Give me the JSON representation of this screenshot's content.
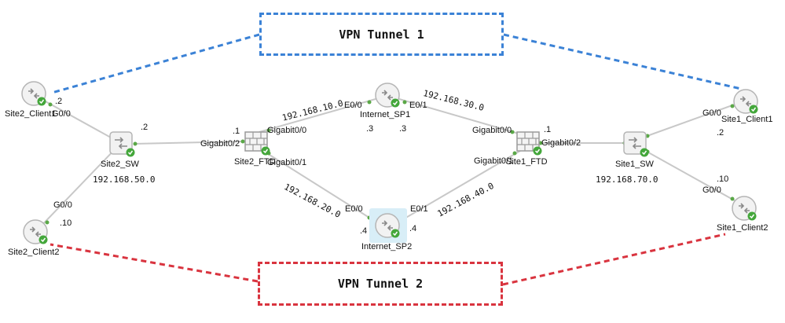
{
  "tunnels": {
    "tunnel1": {
      "label": "VPN Tunnel 1",
      "color": "#3b82d6"
    },
    "tunnel2": {
      "label": "VPN Tunnel 2",
      "color": "#d9343f"
    }
  },
  "nodes": {
    "site2_client1": {
      "name": "Site2_Client1",
      "type": "router"
    },
    "site2_sw": {
      "name": "Site2_SW",
      "type": "switch"
    },
    "site2_client2": {
      "name": "Site2_Client2",
      "type": "router"
    },
    "site2_ftd": {
      "name": "Site2_FTD",
      "type": "firewall"
    },
    "internet_sp1": {
      "name": "Internet_SP1",
      "type": "router"
    },
    "internet_sp2": {
      "name": "Internet_SP2",
      "type": "router"
    },
    "site1_ftd": {
      "name": "Site1_FTD",
      "type": "firewall"
    },
    "site1_sw": {
      "name": "Site1_SW",
      "type": "switch"
    },
    "site1_client1": {
      "name": "Site1_Client1",
      "type": "router"
    },
    "site1_client2": {
      "name": "Site1_Client2",
      "type": "router"
    }
  },
  "labels": {
    "s2c1_host": ".2",
    "s2c1_if": "G0/0",
    "s2sw_host": ".2",
    "s2_subnet": "192.168.50.0",
    "s2c2_if": "G0/0",
    "s2c2_host": ".10",
    "s2ftd_g02": "Gigabit0/2",
    "s2ftd_host": ".1",
    "s2ftd_g00": "Gigabit0/0",
    "s2ftd_g01": "Gigabit0/1",
    "net_10": "192.168.10.0",
    "net_20": "192.168.20.0",
    "net_30": "192.168.30.0",
    "net_40": "192.168.40.0",
    "sp1_e00": "E0/0",
    "sp1_e01": "E0/1",
    "sp1_host_a": ".3",
    "sp1_host_b": ".3",
    "sp2_e00": "E0/0",
    "sp2_e01": "E0/1",
    "sp2_host_a": ".4",
    "sp2_host_b": ".4",
    "s1ftd_g00": "Gigabit0/0",
    "s1ftd_g01": "Gigabit0/1",
    "s1ftd_g02": "Gigabit0/2",
    "s1ftd_host": ".1",
    "s1_subnet": "192.168.70.0",
    "s1c1_if": "G0/0",
    "s1c1_host": ".2",
    "s1c2_if": "G0/0",
    "s1c2_host": ".10"
  }
}
